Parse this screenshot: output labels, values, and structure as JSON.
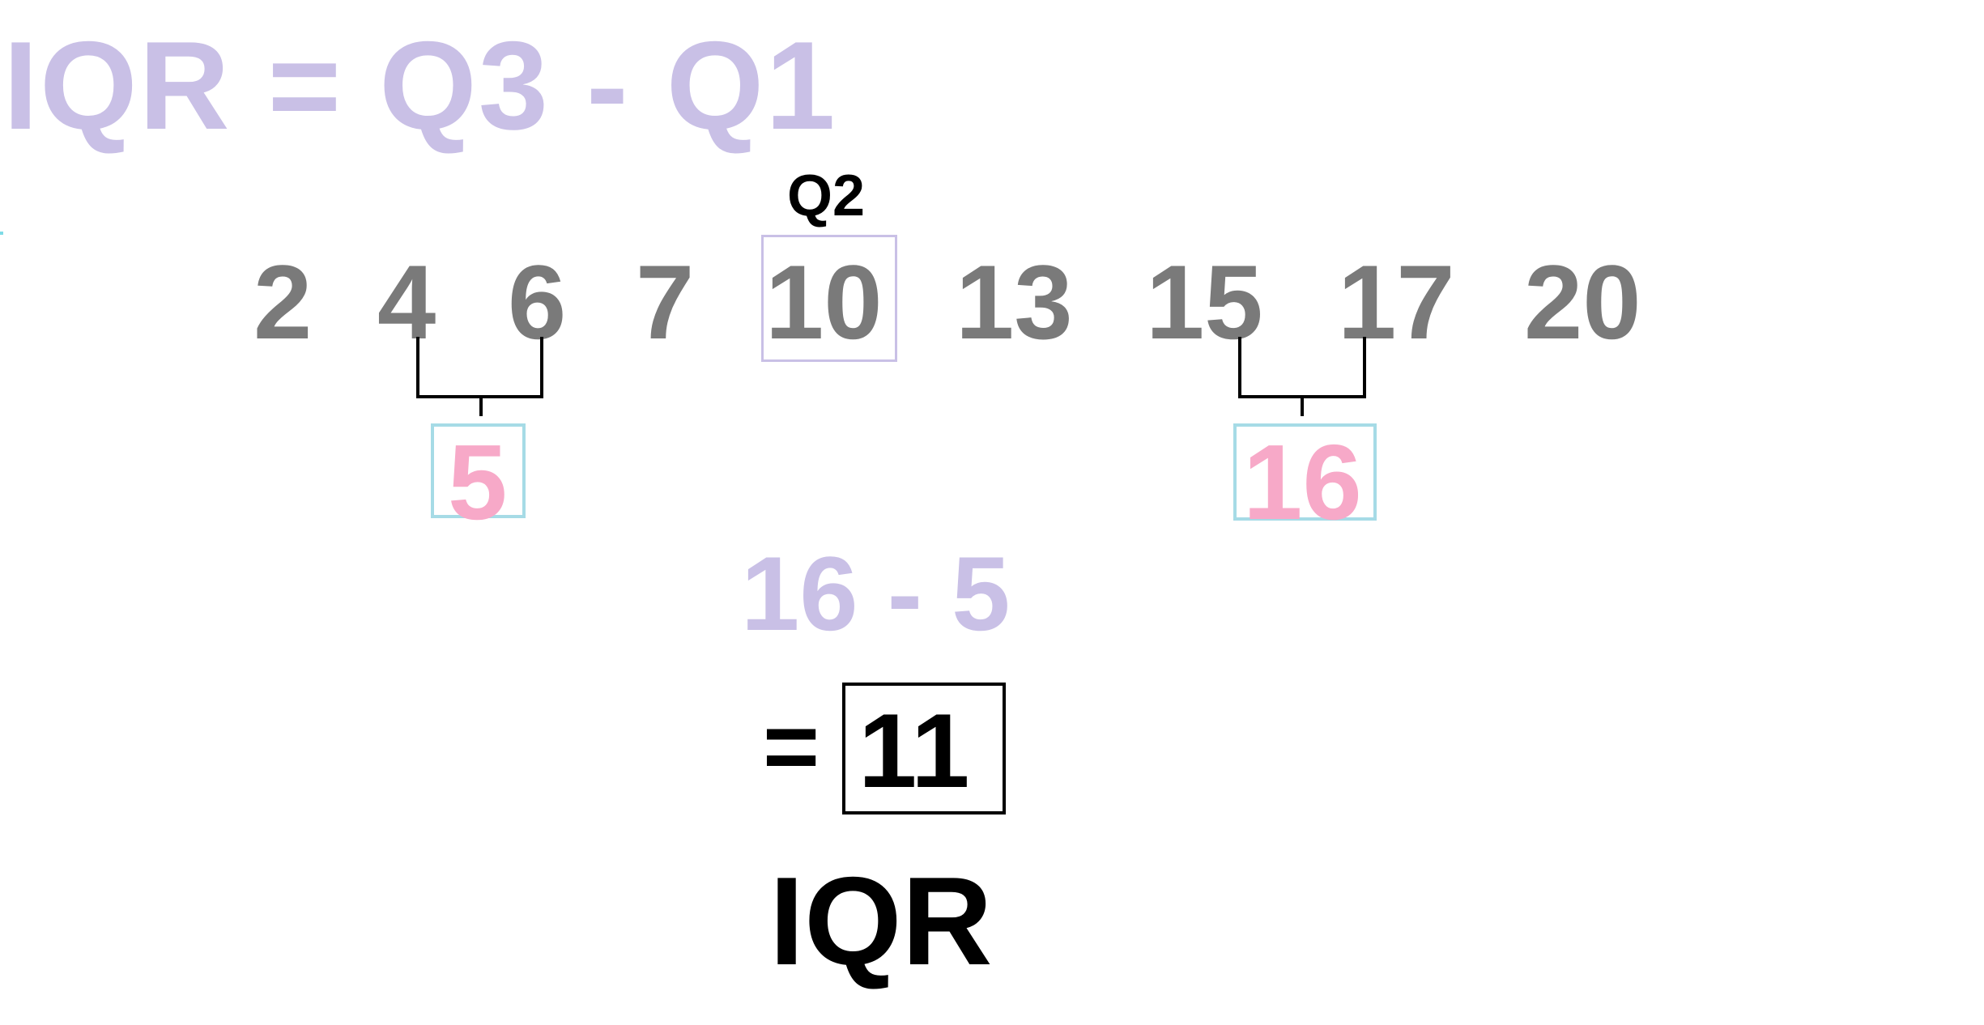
{
  "formula": "IQR = Q3 - Q1",
  "median_label": "Q2",
  "data_values": [
    "2",
    "4",
    "6",
    "7",
    "10",
    "13",
    "15",
    "17",
    "20"
  ],
  "q1": {
    "value": "5"
  },
  "q3": {
    "value": "16"
  },
  "subtraction": "16 - 5",
  "equals": "=",
  "result": "11",
  "result_label": "IQR",
  "colors": {
    "formula": "#c9c0e6",
    "data": "#7a7a7a",
    "median_box": "#c9c0e6",
    "quartile_box": "#a6dbe6",
    "quartile_value": "#f7a9c8",
    "result": "#000000"
  }
}
